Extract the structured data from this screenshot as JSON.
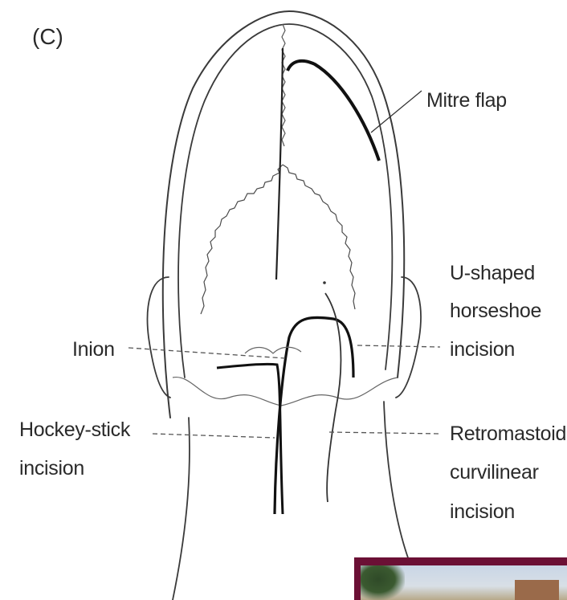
{
  "panel_letter": "(C)",
  "labels": {
    "mitre_flap": "Mitre flap",
    "u_shaped_1": "U-shaped",
    "u_shaped_2": "horseshoe",
    "u_shaped_3": "incision",
    "inion": "Inion",
    "hockey_1": "Hockey-stick",
    "hockey_2": "incision",
    "retro_1": "Retromastoid",
    "retro_2": "curvilinear",
    "retro_3": "incision"
  },
  "colors": {
    "ink": "#2a2a2a",
    "inset_border": "#6b1035"
  }
}
